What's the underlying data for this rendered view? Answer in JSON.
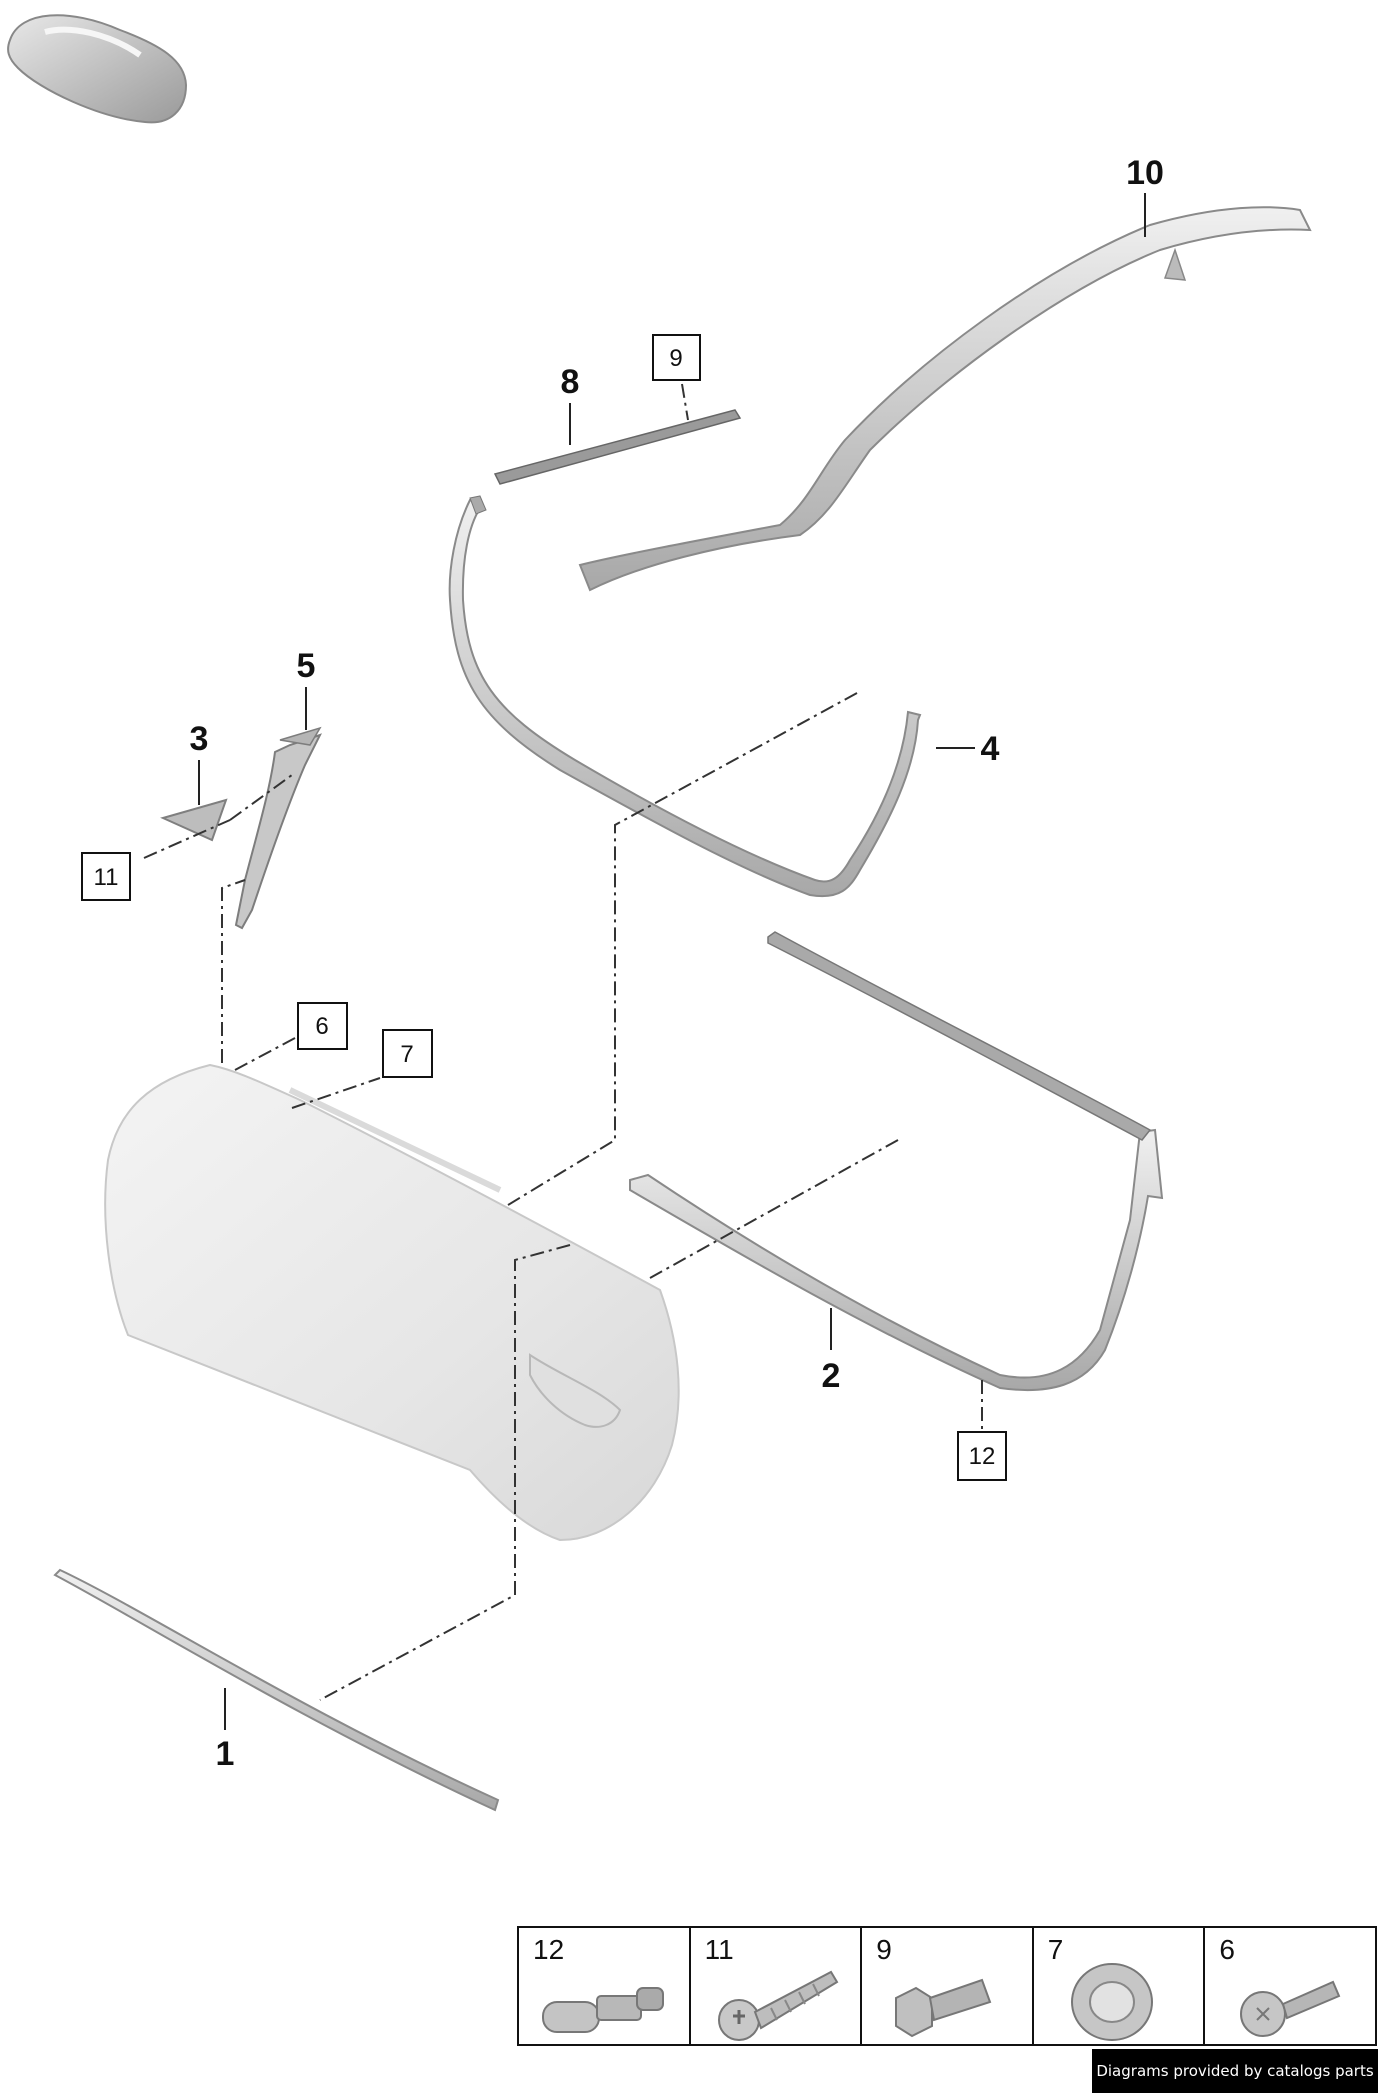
{
  "callouts": {
    "c1": "1",
    "c2": "2",
    "c3": "3",
    "c4": "4",
    "c5": "5",
    "c8": "8",
    "c10": "10"
  },
  "boxed_callouts": {
    "b6": "6",
    "b7": "7",
    "b9": "9",
    "b11": "11",
    "b12": "12"
  },
  "legend": {
    "items": [
      {
        "number": "12",
        "icon": "clip-icon"
      },
      {
        "number": "11",
        "icon": "screw-icon"
      },
      {
        "number": "9",
        "icon": "pin-icon"
      },
      {
        "number": "7",
        "icon": "washer-icon"
      },
      {
        "number": "6",
        "icon": "bolt-icon"
      }
    ]
  },
  "credit_text": "Diagrams provided by catalogs parts",
  "colors": {
    "part_fill": "#dcdcdc",
    "part_edge": "#8f8f8f",
    "door_fill": "#ececec",
    "ink": "#111111"
  }
}
